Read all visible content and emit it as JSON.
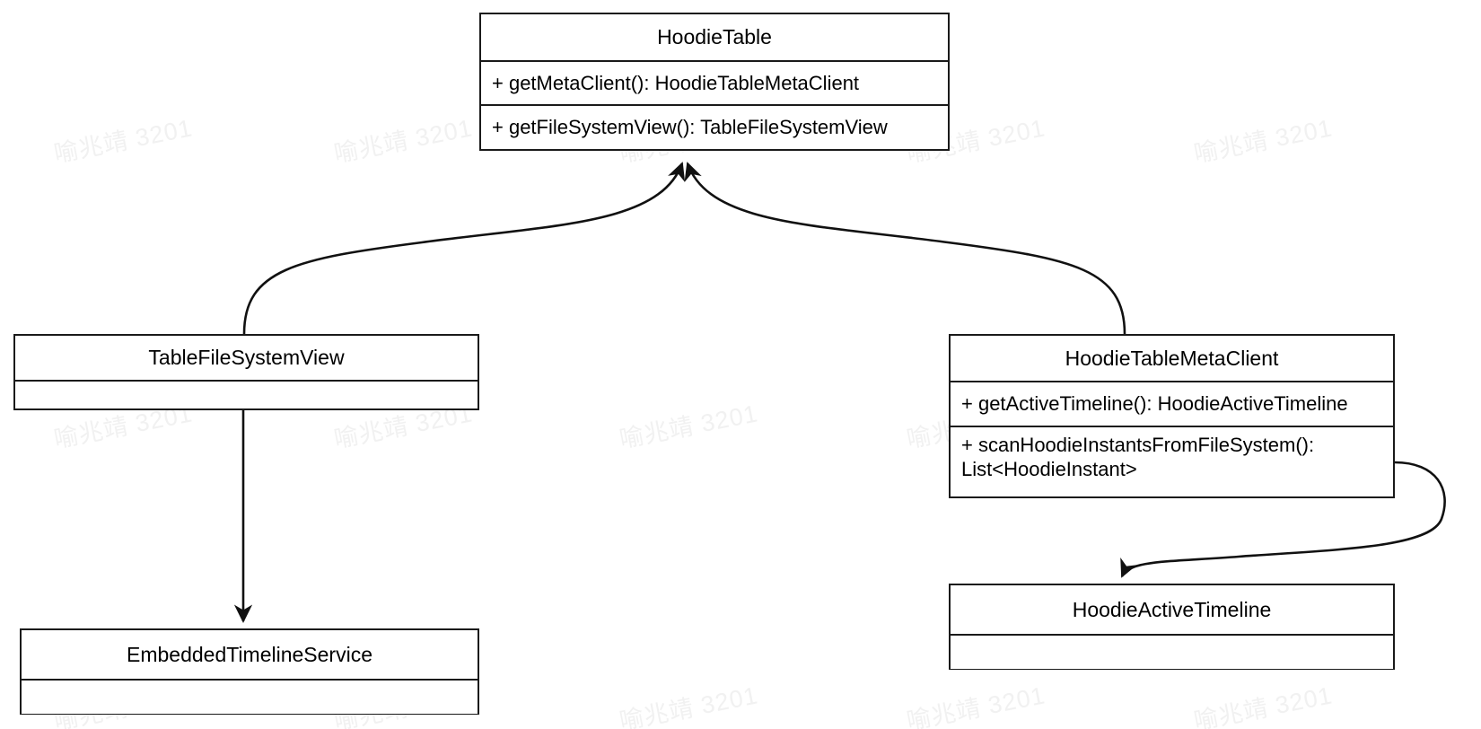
{
  "diagram": {
    "type": "uml-class-diagram",
    "background_color": "#ffffff",
    "line_color": "#1a1a1a",
    "text_color": "#000000",
    "watermark": {
      "text": "喻兆靖 3201",
      "color": "#f1f1f1"
    }
  },
  "classes": {
    "hoodie_table": {
      "name": "HoodieTable",
      "methods": [
        "+ getMetaClient(): HoodieTableMetaClient",
        "+ getFileSystemView(): TableFileSystemView"
      ]
    },
    "table_file_system_view": {
      "name": "TableFileSystemView",
      "methods": [
        ""
      ]
    },
    "hoodie_table_meta_client": {
      "name": "HoodieTableMetaClient",
      "methods": [
        "+ getActiveTimeline(): HoodieActiveTimeline",
        "+ scanHoodieInstantsFromFileSystem(): List<HoodieInstant>"
      ]
    },
    "embedded_timeline_service": {
      "name": "EmbeddedTimelineService",
      "methods": [
        ""
      ]
    },
    "hoodie_active_timeline": {
      "name": "HoodieActiveTimeline",
      "methods": [
        ""
      ]
    }
  },
  "edges": [
    {
      "from": "TableFileSystemView",
      "to": "HoodieTable",
      "style": "curved-arrow"
    },
    {
      "from": "HoodieTableMetaClient",
      "to": "HoodieTable",
      "style": "curved-arrow"
    },
    {
      "from": "TableFileSystemView",
      "to": "EmbeddedTimelineService",
      "style": "straight-arrow"
    },
    {
      "from": "HoodieTableMetaClient",
      "to": "HoodieActiveTimeline",
      "style": "curved-arrow"
    }
  ]
}
